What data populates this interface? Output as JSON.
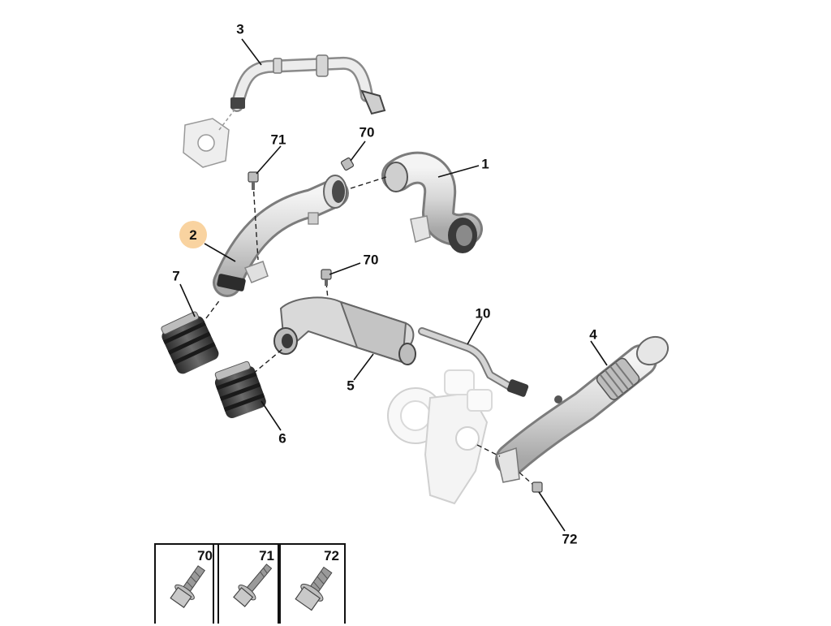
{
  "callouts": {
    "c1": "1",
    "c2": "2",
    "c3": "3",
    "c4": "4",
    "c5": "5",
    "c6": "6",
    "c7": "7",
    "c10": "10",
    "c70a": "70",
    "c70b": "70",
    "c71": "71",
    "c72": "72"
  },
  "highlighted_part": "2",
  "legend": [
    {
      "label": "70"
    },
    {
      "label": "71"
    },
    {
      "label": "72"
    }
  ],
  "colors": {
    "line": "#111111",
    "part_fill": "#e4e4e4",
    "part_stroke": "#8a8a8a",
    "highlight": "#f9d3a0",
    "hose_dark": "#3a3a3a"
  }
}
